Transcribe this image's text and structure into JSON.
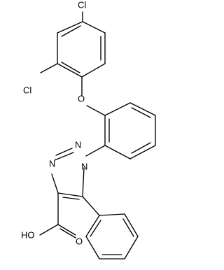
{
  "molecule": {
    "atoms": {
      "cl_top": "Cl",
      "cl_left": "Cl",
      "oxygen_ether": "O",
      "nitrogen_1": "N",
      "nitrogen_2": "N",
      "nitrogen_3": "N",
      "hydroxyl": "HO",
      "carbonyl_oxygen": "O"
    },
    "colors": {
      "bond": "#000000",
      "label": "#000000",
      "background": "#ffffff"
    }
  }
}
